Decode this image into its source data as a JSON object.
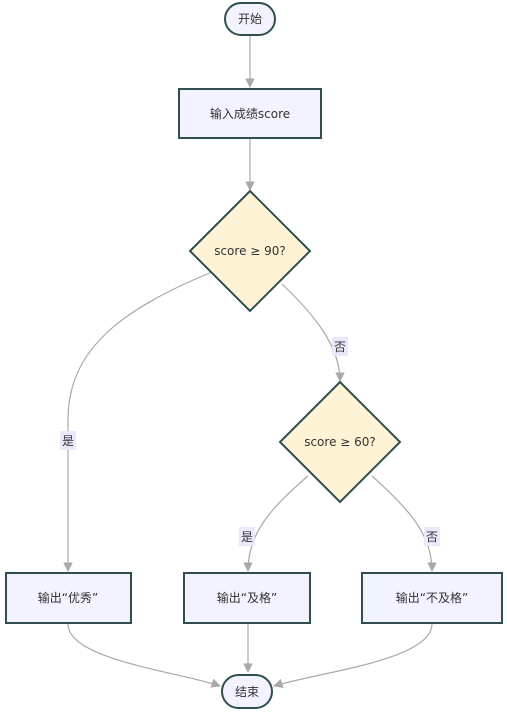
{
  "diagram": {
    "colors": {
      "node_stroke": "#2f4f4f",
      "process_fill": "#f3f3ff",
      "decision_fill": "#fff3d6",
      "decision_stroke": "#2f4f4f",
      "edge": "#a9a9a9",
      "label_bg": "#ece8fb",
      "text": "#333333"
    },
    "nodes": {
      "start": "开始",
      "input": "输入成绩score",
      "decision_90": "score ≥ 90?",
      "decision_60": "score ≥ 60?",
      "out_excellent": "输出“优秀”",
      "out_pass": "输出“及格”",
      "out_fail": "输出“不及格”",
      "end": "结束"
    },
    "edge_labels": {
      "d90_yes": "是",
      "d90_no": "否",
      "d60_yes": "是",
      "d60_no": "否"
    }
  }
}
